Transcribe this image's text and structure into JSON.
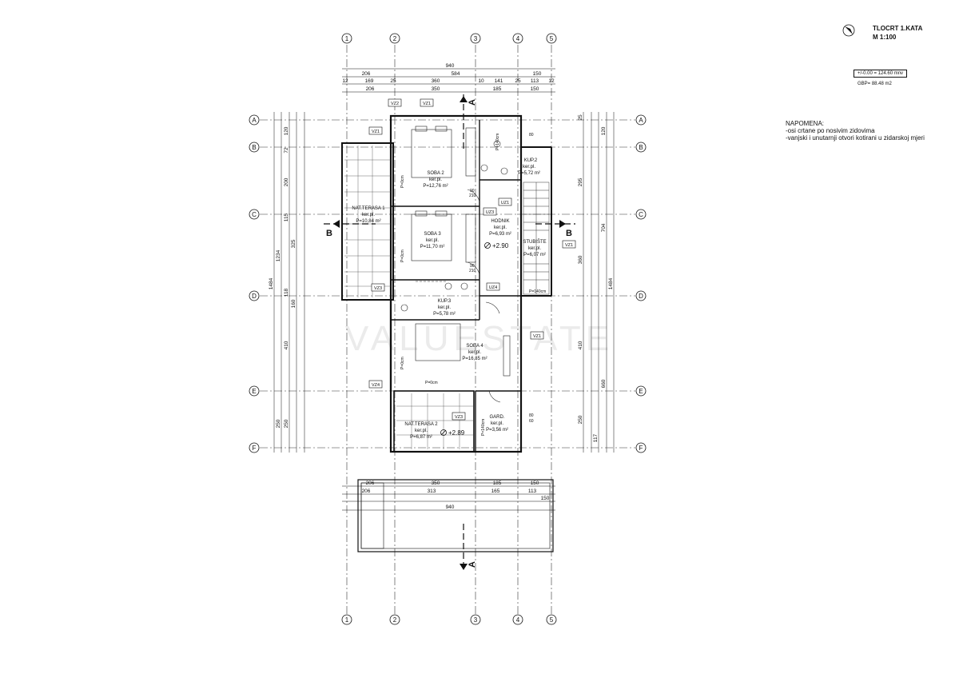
{
  "title": {
    "line1": "TLOCRT 1.KATA",
    "line2": "M 1:100"
  },
  "reference": {
    "level": "+/-0.00 = 124.60 mnv",
    "gbp": "GBP= 88.48 m2"
  },
  "note": {
    "heading": "NAPOMENA:",
    "lines": [
      "-osi crtane po nosivim zidovima",
      "-vanjski i unutarnji otvori kotirani u zidarskoj mjeri"
    ]
  },
  "grid_axes": {
    "columns": [
      "1",
      "2",
      "3",
      "4",
      "5"
    ],
    "rows": [
      "A",
      "B",
      "C",
      "D",
      "E",
      "F"
    ]
  },
  "section_marks": {
    "a": "A",
    "b": "B"
  },
  "dimensions": {
    "top_total": "940",
    "top_row1": [
      "206",
      "584",
      "150"
    ],
    "top_row2": [
      "12",
      "169",
      "25",
      "360",
      "10",
      "141",
      "25",
      "113",
      "12"
    ],
    "top_row3": [
      "206",
      "350",
      "185",
      "150"
    ],
    "bottom_row1": [
      "206",
      "350",
      "185",
      "150"
    ],
    "bottom_row2": [
      "206",
      "313",
      "165",
      "113",
      "150"
    ],
    "bottom_total": "940",
    "left_outer": "1484",
    "left_inner": "1234",
    "left_segments": [
      "120",
      "72",
      "200",
      "115",
      "325",
      "118",
      "160",
      "410",
      "250",
      "250"
    ],
    "right_outer": "1484",
    "right_segments": [
      "25",
      "120",
      "295",
      "704",
      "360",
      "410",
      "660",
      "250",
      "117"
    ]
  },
  "rooms": [
    {
      "name": "SOBA 2",
      "floor": "ker.pl.",
      "area": "P=12,76 m²"
    },
    {
      "name": "SOBA 3",
      "floor": "ker.pl.",
      "area": "P=11,70 m²"
    },
    {
      "name": "SOBA 4",
      "floor": "ker.pl.",
      "area": "P=16,35 m²"
    },
    {
      "name": "KUP.2",
      "floor": "ker.pl.",
      "area": "P=5,72 m²"
    },
    {
      "name": "KUP.3",
      "floor": "ker.pl.",
      "area": "P=5,78 m²"
    },
    {
      "name": "HODNIK",
      "floor": "ker.pl.",
      "area": "P=6,93 m²"
    },
    {
      "name": "STUBIŠTE",
      "floor": "ker.pl.",
      "area": "P=6,07 m²"
    },
    {
      "name": "NAT.TERASA 1",
      "floor": "ker.pl.",
      "area": "P=10,84 m²"
    },
    {
      "name": "NAT.TERASA 2",
      "floor": "ker.pl.",
      "area": "P=6,87 m²"
    },
    {
      "name": "GARD.",
      "floor": "ker.pl.",
      "area": "P=3,56 m²"
    }
  ],
  "levels": {
    "hall": "+2.90",
    "terrace": "+2.89"
  },
  "openings": {
    "vz1": "VZ1",
    "vz2": "VZ2",
    "vz3": "VZ3",
    "vz4": "VZ4",
    "uz1": "UZ1",
    "uz3": "UZ3",
    "uz4": "UZ4"
  },
  "misc_labels": {
    "p0": "P=0cm",
    "p140": "P=140cm",
    "d90": "90",
    "d210": "210",
    "d80": "80",
    "d60": "60"
  },
  "watermark": "VALUESTATE"
}
